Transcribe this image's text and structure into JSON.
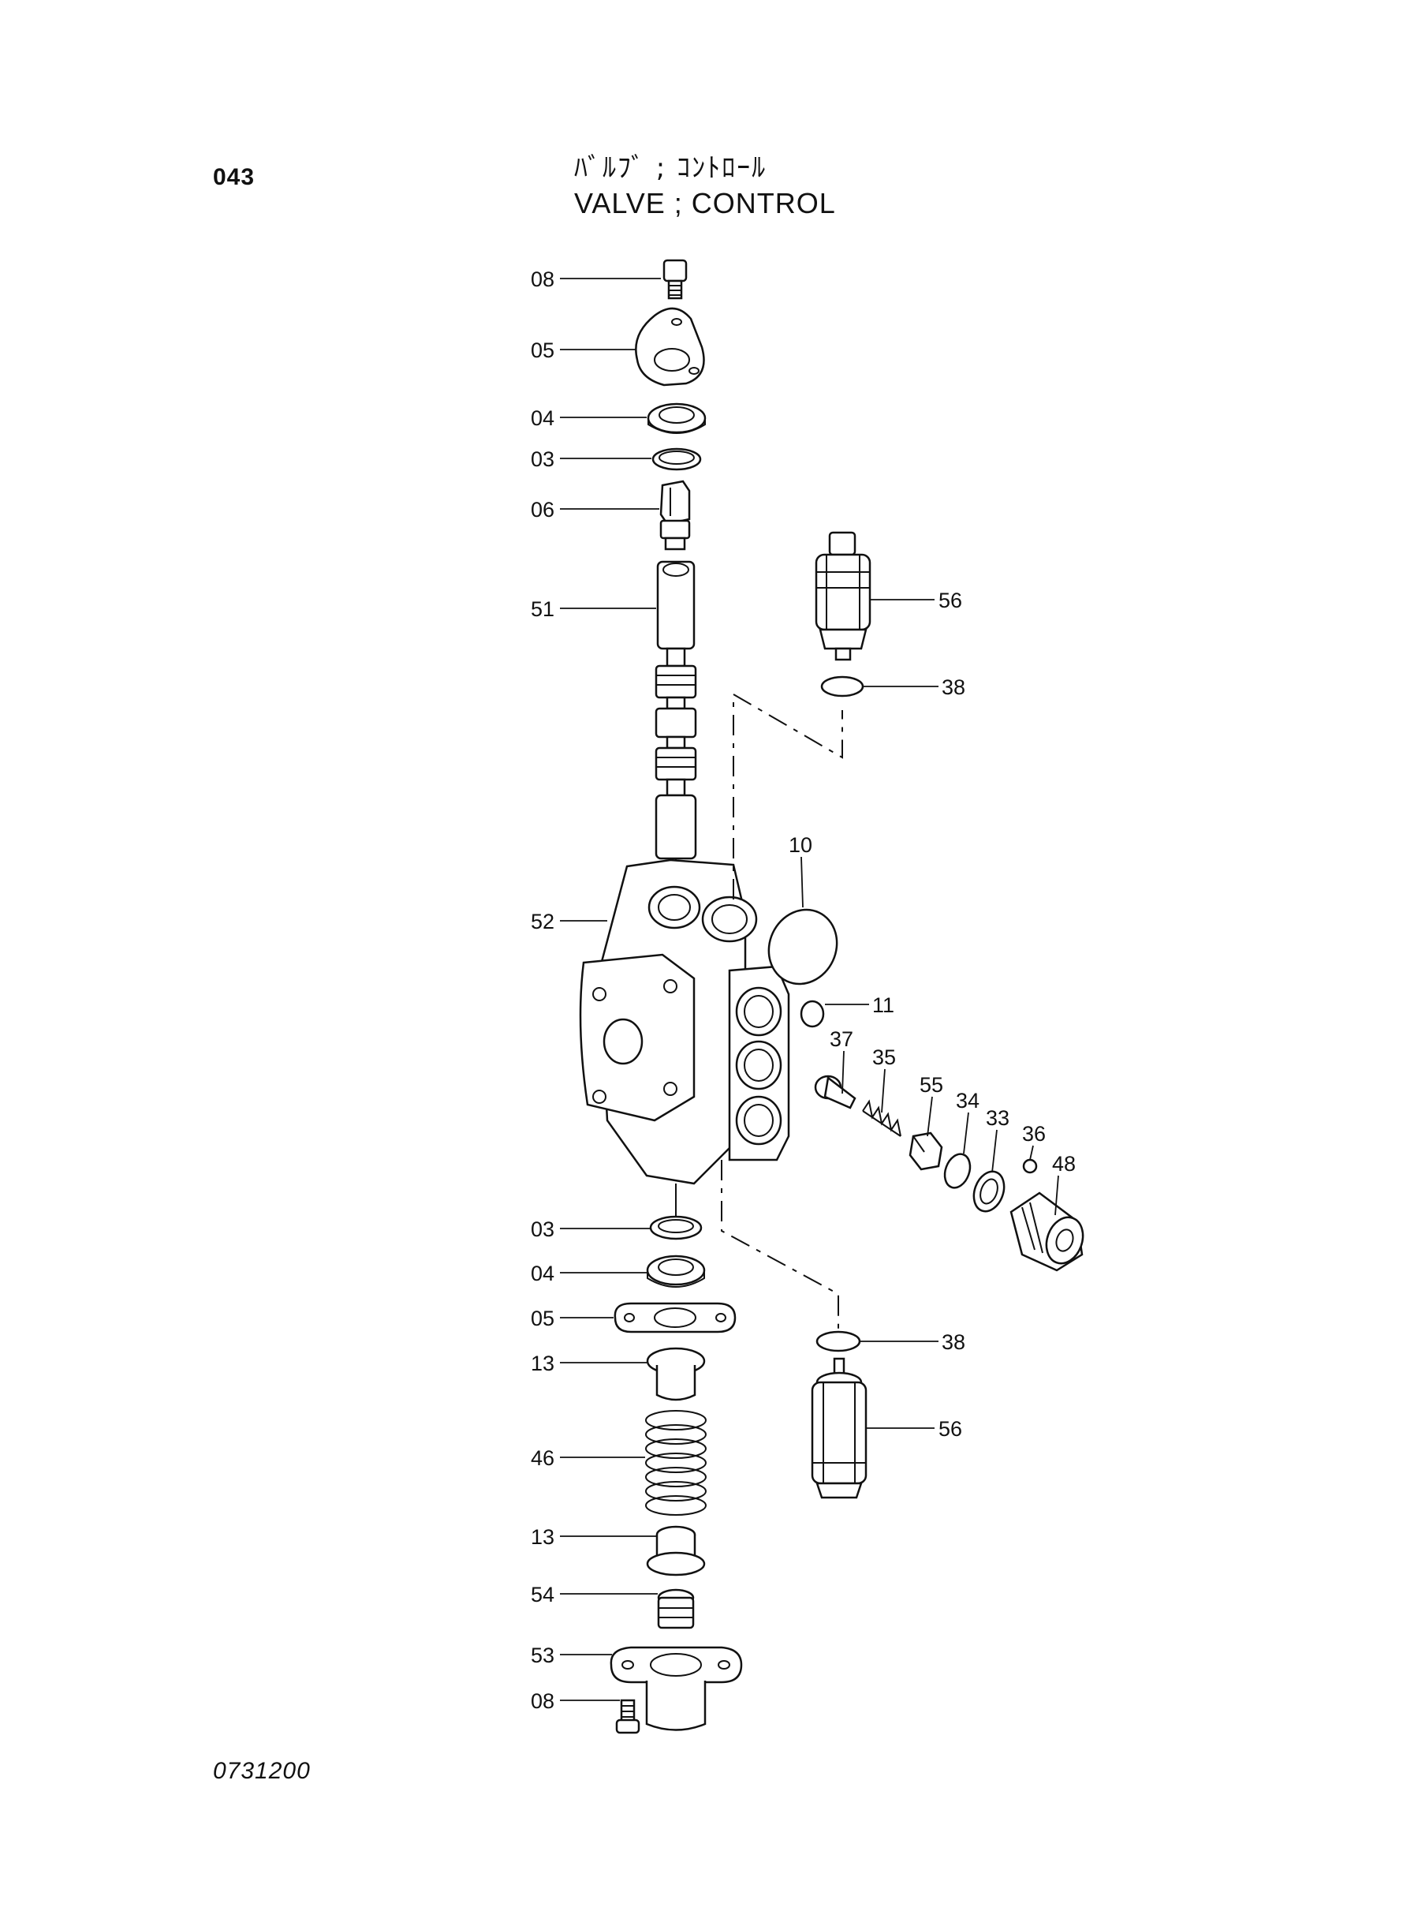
{
  "header": {
    "page_number": "043",
    "title_jp": "ﾊﾞﾙﾌﾞ ; ｺﾝﾄﾛｰﾙ",
    "title_en": "VALVE ; CONTROL"
  },
  "footer": {
    "drawing_code": "0731200"
  },
  "callouts": {
    "c08a": "08",
    "c05a": "05",
    "c04a": "04",
    "c03a": "03",
    "c06": "06",
    "c51": "51",
    "c52": "52",
    "c56a": "56",
    "c38a": "38",
    "c10": "10",
    "c11": "11",
    "c37": "37",
    "c35": "35",
    "c55": "55",
    "c34": "34",
    "c33": "33",
    "c36": "36",
    "c48": "48",
    "c03b": "03",
    "c04b": "04",
    "c05b": "05",
    "c13a": "13",
    "c46": "46",
    "c13b": "13",
    "c54": "54",
    "c53": "53",
    "c08b": "08",
    "c38b": "38",
    "c56b": "56"
  }
}
